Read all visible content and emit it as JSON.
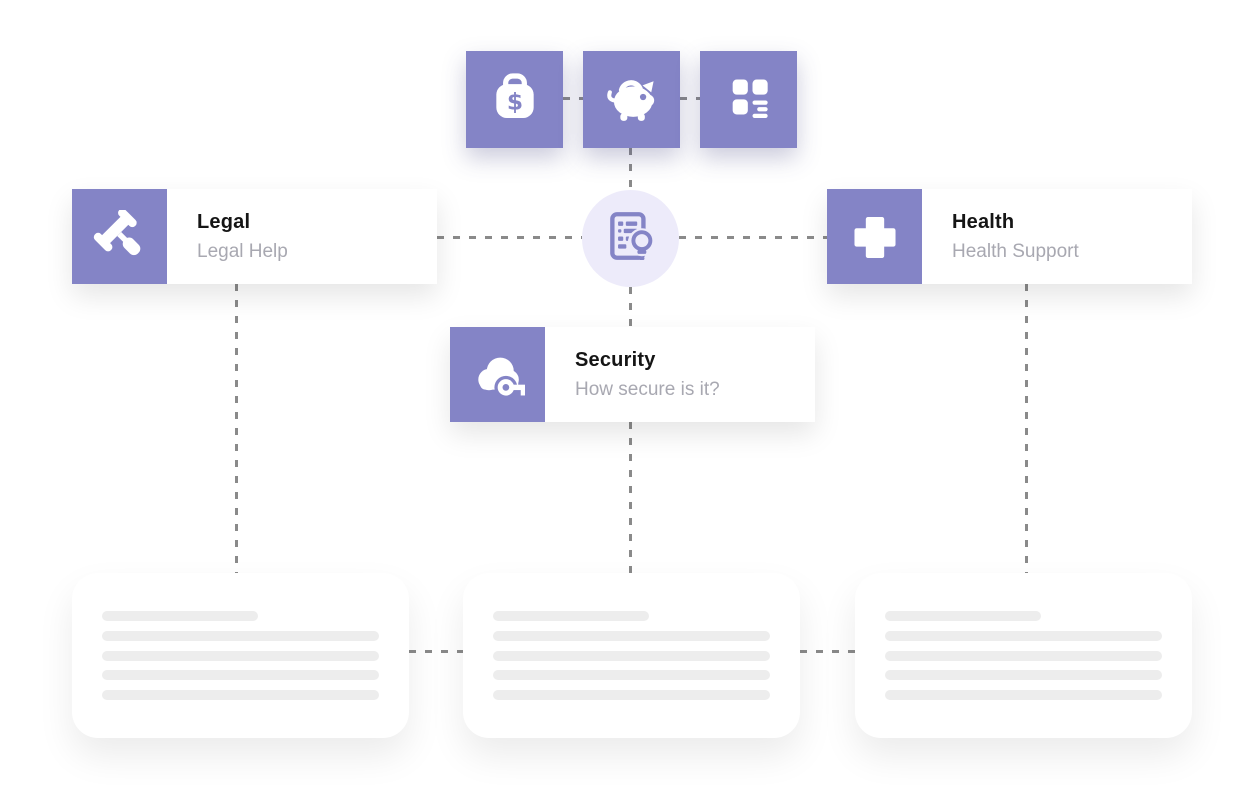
{
  "colors": {
    "accent": "#8484C6",
    "hub_bg": "#EDEBFA",
    "dash": "#8A8A8A",
    "title": "#151515",
    "subtitle": "#A8A8B1",
    "skeleton": "#EDEDED",
    "canvas_bg": "#FFFFFF",
    "icon_fg": "#FFFFFF"
  },
  "top_row": {
    "tiles": [
      {
        "icon": "money-bag-icon"
      },
      {
        "icon": "piggy-bank-icon"
      },
      {
        "icon": "grid-list-icon"
      }
    ]
  },
  "hub": {
    "icon": "document-bulb-icon"
  },
  "nodes": {
    "legal": {
      "title": "Legal",
      "subtitle": "Legal Help",
      "icon": "gavel-icon"
    },
    "health": {
      "title": "Health",
      "subtitle": "Health Support",
      "icon": "medical-cross-icon"
    },
    "security": {
      "title": "Security",
      "subtitle": "How secure is it?",
      "icon": "cloud-key-icon"
    }
  },
  "placeholder_cards": [
    {
      "lines": 5
    },
    {
      "lines": 5
    },
    {
      "lines": 5
    }
  ]
}
